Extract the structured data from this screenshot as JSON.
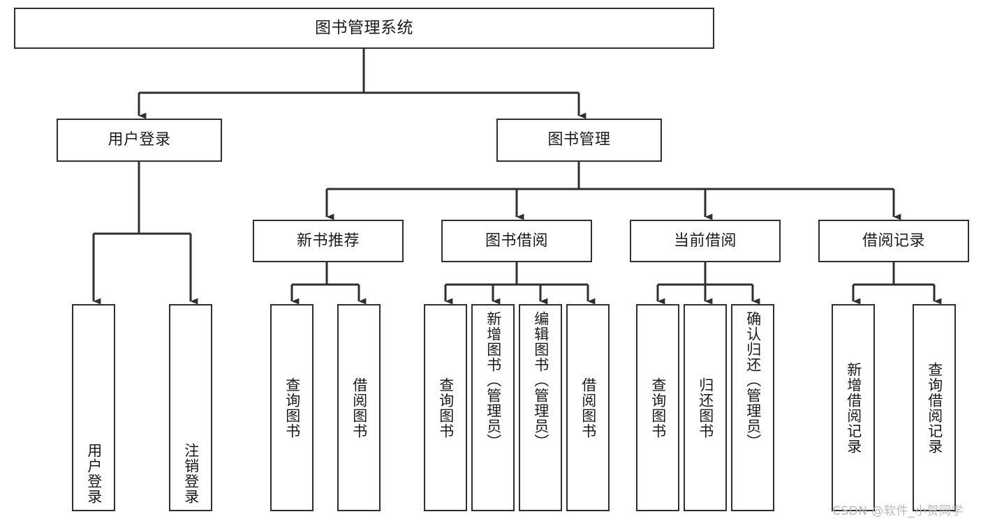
{
  "diagram": {
    "title": "图书管理系统",
    "type": "hierarchy-tree",
    "root": {
      "label": "图书管理系统"
    },
    "level2": [
      {
        "label": "用户登录"
      },
      {
        "label": "图书管理"
      }
    ],
    "level3": [
      {
        "label": "新书推荐"
      },
      {
        "label": "图书借阅"
      },
      {
        "label": "当前借阅"
      },
      {
        "label": "借阅记录"
      }
    ],
    "leaves_user_login": [
      {
        "label": "用户登录"
      },
      {
        "label": "注销登录"
      }
    ],
    "leaves_new_books": [
      {
        "label": "查询图书"
      },
      {
        "label": "借阅图书"
      }
    ],
    "leaves_borrow": [
      {
        "label": "查询图书"
      },
      {
        "label": "新增图书（管理员）"
      },
      {
        "label": "编辑图书（管理员）"
      },
      {
        "label": "借阅图书"
      }
    ],
    "leaves_current": [
      {
        "label": "查询图书"
      },
      {
        "label": "归还图书"
      },
      {
        "label": "确认归还（管理员）"
      }
    ],
    "leaves_records": [
      {
        "label": "新增借阅记录"
      },
      {
        "label": "查询借阅记录"
      }
    ]
  },
  "watermark": {
    "text": "CSDN @软件_小贺同学"
  },
  "colors": {
    "stroke": "#2f2f2f",
    "fill": "#ffffff",
    "text": "#1a1a1a",
    "watermark": "#b9b9b9"
  }
}
